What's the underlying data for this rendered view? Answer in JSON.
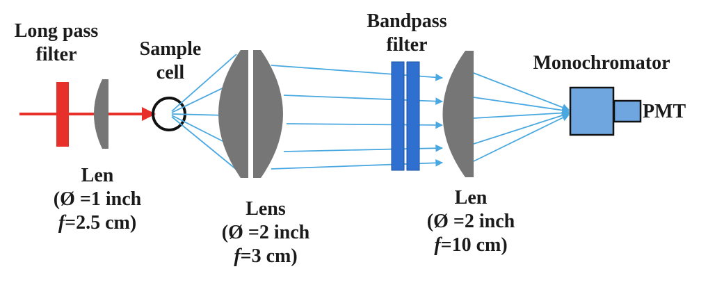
{
  "colors": {
    "laser": "#e8302a",
    "lens_fill": "#767676",
    "lens_edge": "#5f5f5f",
    "ray": "#4aa8e0",
    "bandpass": "#2e6fd0",
    "monochromator": "#6fa6e0",
    "outline": "#111111",
    "text": "#1a1a1a"
  },
  "labels": {
    "long_pass": [
      "Long pass",
      "filter"
    ],
    "sample_cell": [
      "Sample",
      "cell"
    ],
    "bandpass": [
      "Bandpass",
      "filter"
    ],
    "monochromator": "Monochromator",
    "pmt": "PMT",
    "lens1": {
      "name": "Len",
      "diameter": "(Ø =1 inch",
      "f_symbol": "f",
      "f_value": "=2.5 cm)"
    },
    "lens2": {
      "name": "Lens",
      "diameter": "(Ø =2 inch",
      "f_symbol": "f",
      "f_value": "=3 cm)"
    },
    "lens3": {
      "name": "Len",
      "diameter": "(Ø =2 inch",
      "f_symbol": "f",
      "f_value": "=10 cm)"
    }
  }
}
